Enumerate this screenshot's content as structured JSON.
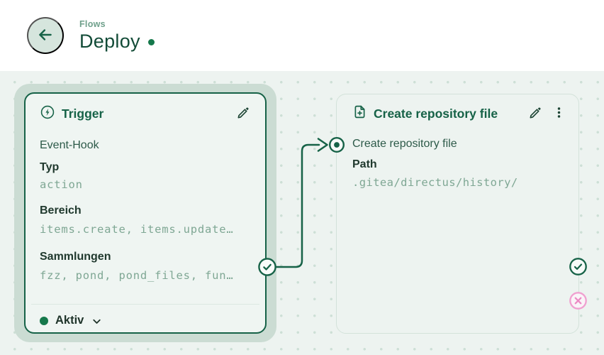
{
  "header": {
    "breadcrumb": "Flows",
    "title": "Deploy"
  },
  "trigger_panel": {
    "title": "Trigger",
    "trigger_type": "Event-Hook",
    "fields": [
      {
        "label": "Typ",
        "value": "action"
      },
      {
        "label": "Bereich",
        "value": "items.create, items.update…"
      },
      {
        "label": "Sammlungen",
        "value": "fzz, pond, pond_files, fun…"
      }
    ],
    "status_label": "Aktiv"
  },
  "operation_panel": {
    "title": "Create repository file",
    "operation_name": "Create repository file",
    "fields": [
      {
        "label": "Path",
        "value": ".gitea/directus/history/"
      }
    ]
  },
  "icons": {
    "back": "arrow-left-icon",
    "trigger": "bolt-circle-icon",
    "edit": "pencil-icon",
    "menu": "kebab-menu-icon",
    "operation": "file-plus-icon",
    "resolve": "check-circle-icon",
    "reject": "x-circle-icon",
    "input": "dot-circle-icon",
    "status_expand": "chevron-down-icon"
  },
  "colors": {
    "primary_green": "#166247",
    "title_green": "#124b37",
    "breadcrumb_green": "#6fa08b",
    "label_dark": "#20392e",
    "mono_value": "#7fa794",
    "canvas_bg": "#edf3f0",
    "canvas_dot": "#cddfd6",
    "selection_halo": "#cbdcd3",
    "trigger_card_bg": "#eff5f2",
    "operation_border": "#d3e2da",
    "status_active": "#15784b",
    "reject_pink": "#f0a0d0",
    "back_circle_bg": "#d6e5dd",
    "header_bg": "#ffffff"
  }
}
